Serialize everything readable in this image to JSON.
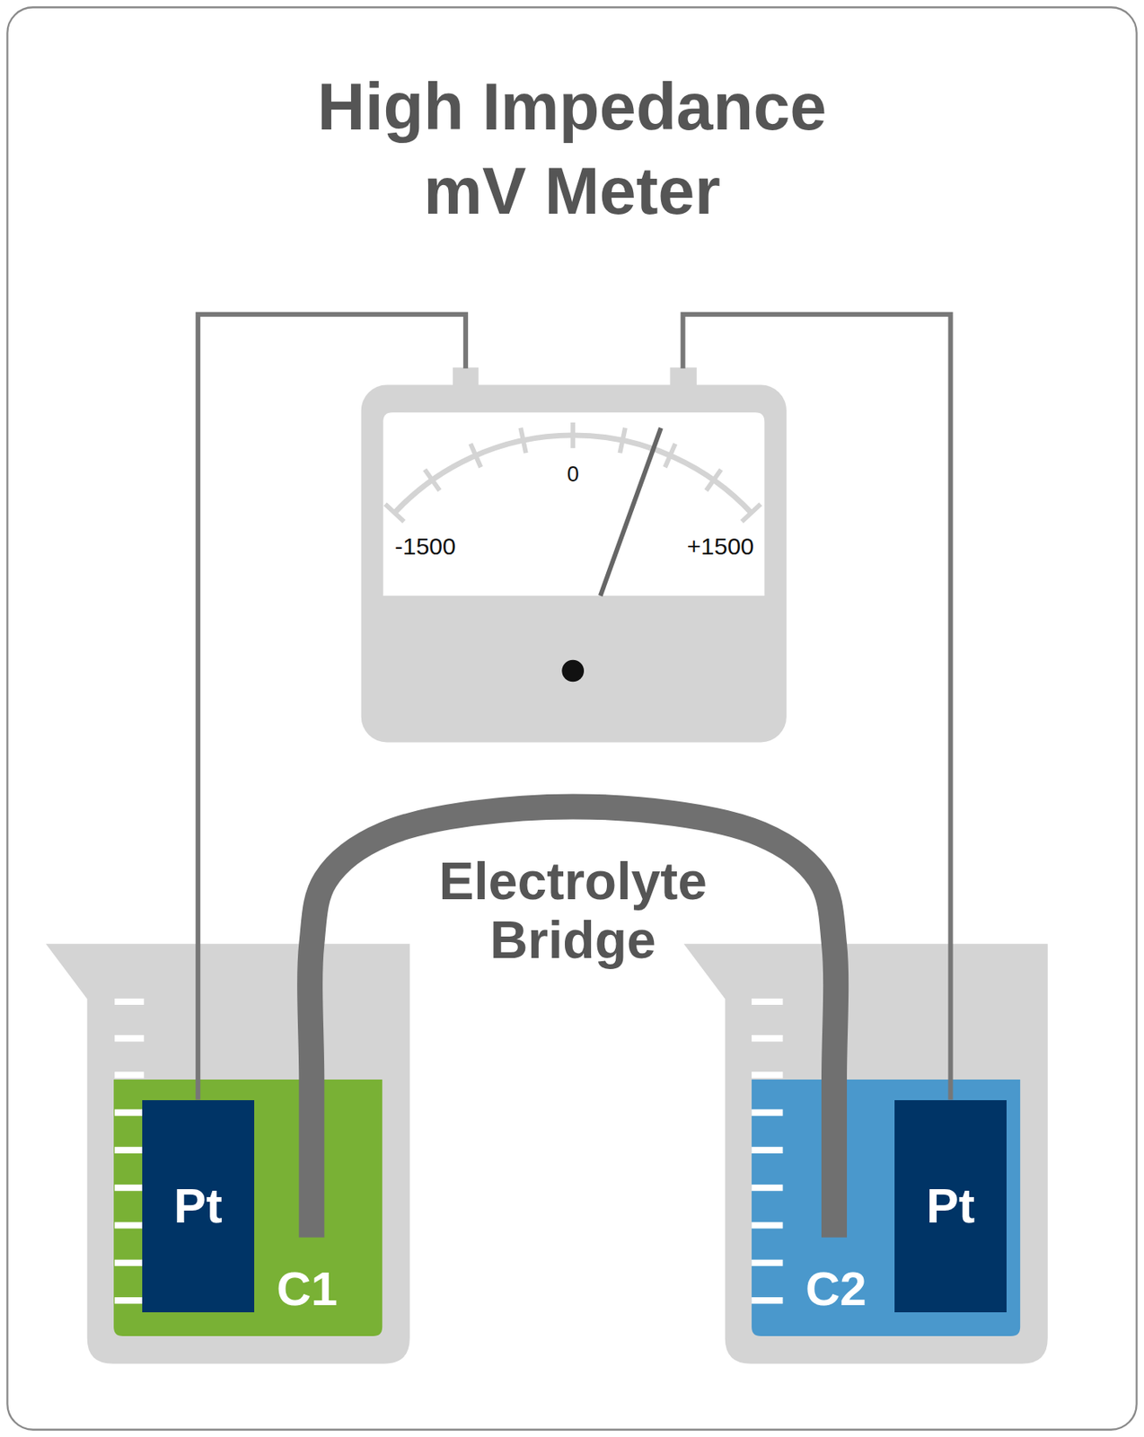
{
  "diagram": {
    "title": "High Impedance mV Meter",
    "nodes": [
      {
        "text": [
          "0",
          "-1500",
          "+1500"
        ]
      },
      {
        "text": [
          "C1"
        ]
      },
      {
        "text": [
          "Pt"
        ],
        "in": 1
      },
      {
        "text": [
          "C2"
        ]
      },
      {
        "text": [
          "Pt"
        ],
        "in": 3
      }
    ],
    "edges": [
      {
        "from": 2,
        "to": 0,
        "arrow": "none"
      },
      {
        "from": 4,
        "to": 0,
        "arrow": "none"
      },
      {
        "from": 1,
        "to": 3,
        "arrow": "none",
        "label": "Electrolyte Bridge"
      }
    ]
  }
}
